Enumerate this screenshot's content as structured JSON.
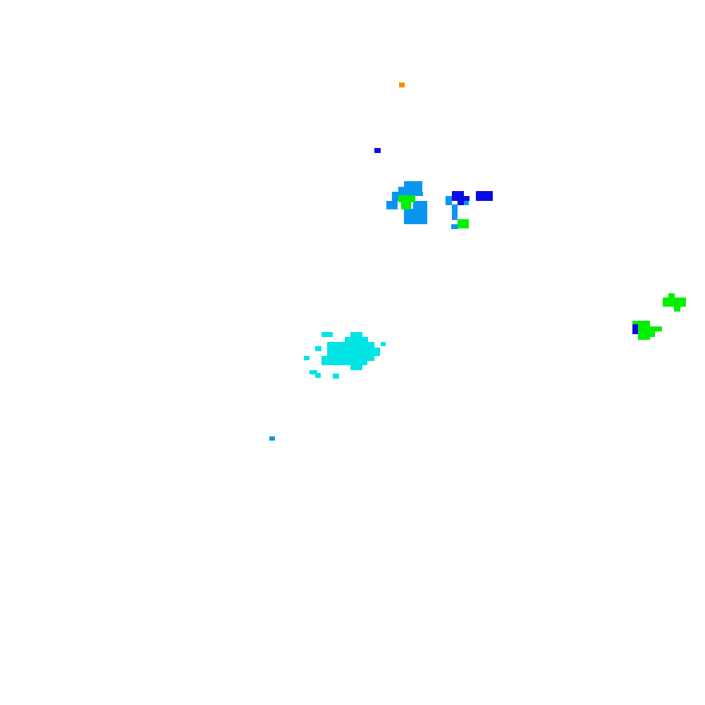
{
  "colors": {
    "background": "#ffffff",
    "orange": "#f29200",
    "blue": "#0a0ae6",
    "sky": "#0a96f0",
    "green": "#00f000",
    "cyan": "#00e4e6"
  },
  "blobs": [
    {
      "name": "orange-pixel",
      "color": "orange"
    },
    {
      "name": "blue-pixel",
      "color": "blue"
    },
    {
      "name": "sky-cluster-north",
      "color": "sky"
    },
    {
      "name": "green-patch-north",
      "color": "green"
    },
    {
      "name": "sky-cluster-right",
      "color": "sky"
    },
    {
      "name": "blue-cluster-right",
      "color": "blue"
    },
    {
      "name": "green-patch-right",
      "color": "green"
    },
    {
      "name": "green-cluster-east-upper",
      "color": "green"
    },
    {
      "name": "green-cluster-east-lower",
      "color": "green"
    },
    {
      "name": "blue-patch-east",
      "color": "blue"
    },
    {
      "name": "cyan-cluster-center",
      "color": "cyan"
    },
    {
      "name": "sky-pixel-southwest",
      "color": "sky"
    }
  ]
}
